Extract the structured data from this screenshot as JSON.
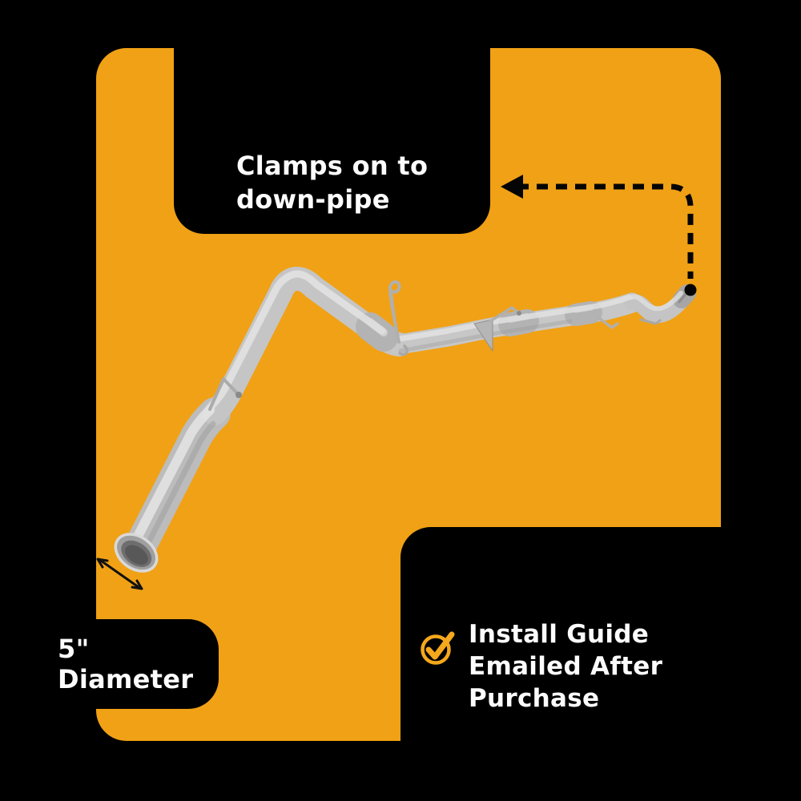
{
  "colors": {
    "bg_black": "#000000",
    "accent_orange": "#F0A115",
    "icon_orange": "#F5A81C",
    "text_white": "#FCFCFC",
    "pipe_gray": "#C5C5C5"
  },
  "callout_downpipe": {
    "line1": "Clamps on to",
    "line2": "down-pipe"
  },
  "callout_diameter": {
    "label": "5\" Diameter"
  },
  "callout_install": {
    "line1": "Install Guide",
    "line2": "Emailed After Purchase"
  },
  "icons": {
    "check": "checkmark-circle-icon",
    "dashed_arrow": "dashed-arrow-left-icon",
    "diameter_arrow": "double-headed-arrow-icon",
    "dot": "connector-dot-icon"
  }
}
